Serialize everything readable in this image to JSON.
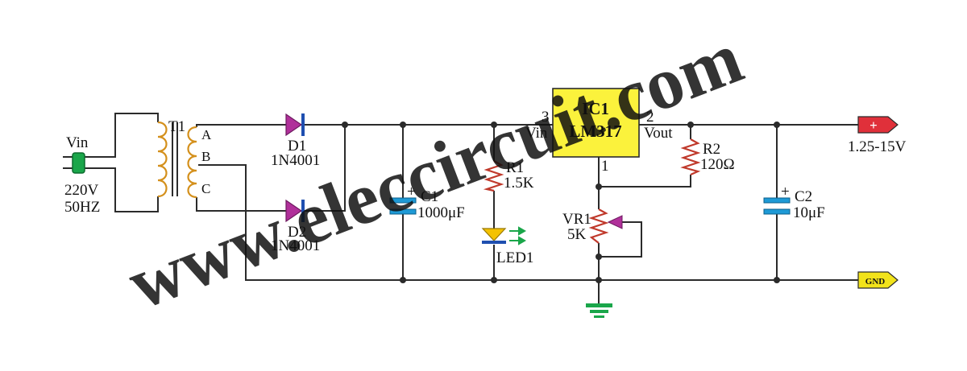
{
  "input": {
    "label": "Vin",
    "voltage": "220V",
    "frequency": "50HZ"
  },
  "transformer": {
    "ref": "T1",
    "tap_a": "A",
    "tap_b": "B",
    "tap_c": "C"
  },
  "diodes": [
    {
      "ref": "D1",
      "part": "1N4001"
    },
    {
      "ref": "D2",
      "part": "1N4001"
    }
  ],
  "c1": {
    "ref": "C1",
    "value": "1000μF",
    "polarity": "+"
  },
  "r1": {
    "ref": "R1",
    "value": "1.5K"
  },
  "led": {
    "ref": "LED1"
  },
  "ic": {
    "ref": "IC1",
    "part": "LM317",
    "pin_in": "3",
    "pin_out": "2",
    "pin_adj": "1",
    "label_in": "Vin",
    "label_out": "Vout"
  },
  "r2": {
    "ref": "R2",
    "value": "120Ω"
  },
  "vr1": {
    "ref": "VR1",
    "value": "5K"
  },
  "c2": {
    "ref": "C2",
    "value": "10μF",
    "polarity": "+"
  },
  "output": {
    "plus": "+",
    "range": "1.25-15V",
    "gnd": "GND"
  },
  "watermark": "www.eleccircuit.com",
  "colors": {
    "wire": "#2b2b2b",
    "coil": "#d4901c",
    "diode": "#b0309a",
    "resistor": "#c0392b",
    "capacitor": "#1e9ad6",
    "led": "#f4c200",
    "led_arrow": "#1aa64a",
    "ic_fill": "#fbf23c",
    "plug": "#1aa64a",
    "ground": "#1aa64a",
    "out_plus": "#e0303a",
    "out_gnd": "#f2e31a",
    "watermark": "#f7a6a0",
    "wiper": "#b0309a"
  }
}
